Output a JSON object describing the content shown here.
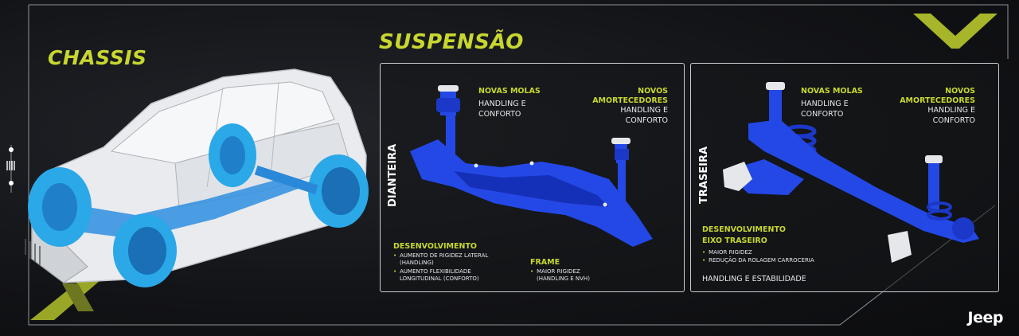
{
  "left": {
    "title": "CHASSIS"
  },
  "main": {
    "title": "SUSPENSÃO"
  },
  "front_panel": {
    "side_label": "DIANTEIRA",
    "springs_title": "NOVAS MOLAS",
    "springs_desc_1": "HANDLING E",
    "springs_desc_2": "CONFORTO",
    "shocks_title_1": "NOVOS",
    "shocks_title_2": "AMORTECEDORES",
    "shocks_desc_1": "HANDLING E",
    "shocks_desc_2": "CONFORTO",
    "dev_title": "DESENVOLVIMENTO",
    "dev_bullet_1a": "AUMENTO DE RIGIDEZ LATERAL",
    "dev_bullet_1b": "(HANDLING)",
    "dev_bullet_2a": "AUMENTO FLEXIBILIDADE",
    "dev_bullet_2b": "LONGITUDINAL (CONFORTO)",
    "frame_title": "FRAME",
    "frame_bullet_a": "MAIOR RIGIDEZ",
    "frame_bullet_b": "(HANDLING E NVH)"
  },
  "rear_panel": {
    "side_label": "TRASEIRA",
    "springs_title": "NOVAS MOLAS",
    "springs_desc_1": "HANDLING E",
    "springs_desc_2": "CONFORTO",
    "shocks_title_1": "NOVOS",
    "shocks_title_2": "AMORTECEDORES",
    "shocks_desc_1": "HANDLING E",
    "shocks_desc_2": "CONFORTO",
    "dev_title_1": "DESENVOLVIMENTO",
    "dev_title_2": "EIXO TRASEIRO",
    "dev_bullet_1": "MAIOR RIGIDEZ",
    "dev_bullet_2": "REDUÇÃO DA ROLAGEM CARROCERIA",
    "footer": "HANDLING E ESTABILIDADE"
  },
  "brand": {
    "logo": "Jeep"
  },
  "colors": {
    "accent": "#c8d72f",
    "part_blue": "#1f3fe0",
    "wheel_blue": "#2aa8e8"
  }
}
